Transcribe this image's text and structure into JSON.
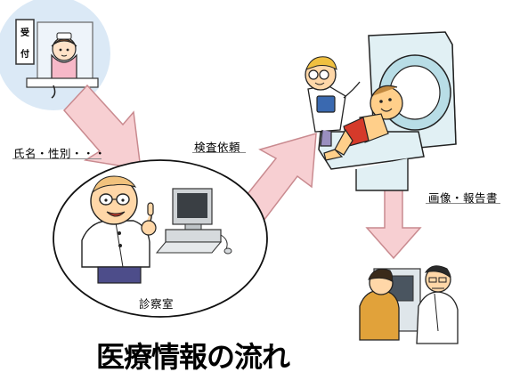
{
  "reception_sign": "受付",
  "labels": {
    "patient_info": "氏名・性別・・・",
    "exam_request": "検査依頼",
    "images_report": "画像・報告書",
    "exam_room": "診察室"
  },
  "title": "医療情報の流れ",
  "colors": {
    "arrow_fill": "#f7cfd2",
    "arrow_stroke": "#c98a8f",
    "reception_bg": "#dbe9f6",
    "scanner": "#e1f0f4",
    "outline": "#1a1a1a"
  },
  "icons": [
    "receptionist-icon",
    "doctor-pointing-icon",
    "computer-icon",
    "ct-scanner-icon",
    "technician-icon",
    "patient-icon",
    "doctors-consult-icon"
  ]
}
